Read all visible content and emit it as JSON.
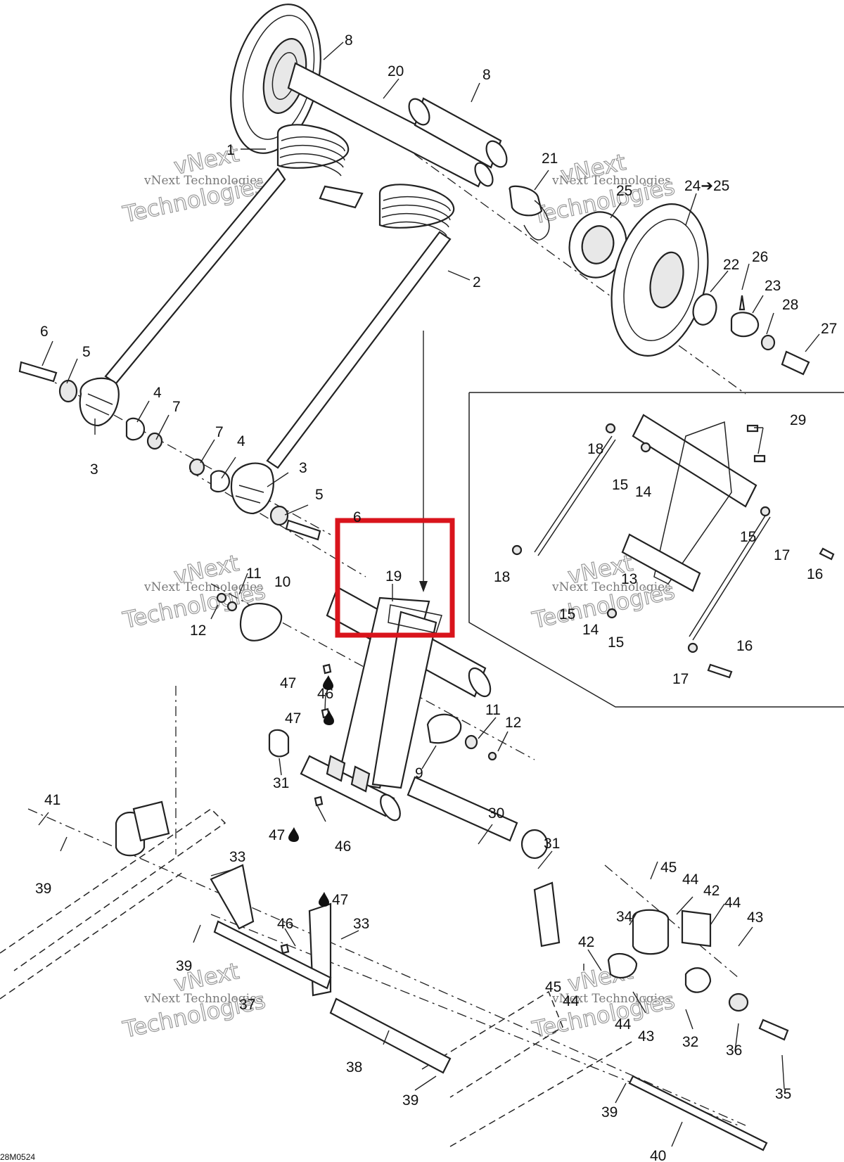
{
  "diagram_code": "28M0524",
  "watermark": {
    "line1": "vNext Technologies",
    "line2": "vNext",
    "line3": "Technologies"
  },
  "highlight_color": "#d9141c",
  "callouts": {
    "c1": "1",
    "c2": "2",
    "c3a": "3",
    "c3b": "3",
    "c4a": "4",
    "c4b": "4",
    "c5a": "5",
    "c5b": "5",
    "c6a": "6",
    "c6b": "6",
    "c7a": "7",
    "c7b": "7",
    "c8a": "8",
    "c8b": "8",
    "c9": "9",
    "c10": "10",
    "c11a": "11",
    "c11b": "11",
    "c12a": "12",
    "c12b": "12",
    "c13": "13",
    "c14a": "14",
    "c14b": "14",
    "c15a": "15",
    "c15b": "15",
    "c15c": "15",
    "c15d": "15",
    "c16a": "16",
    "c16b": "16",
    "c17a": "17",
    "c17b": "17",
    "c18a": "18",
    "c18b": "18",
    "c19": "19",
    "c20": "20",
    "c21": "21",
    "c22": "22",
    "c23": "23",
    "c24": "24➔25",
    "c25": "25",
    "c26": "26",
    "c27": "27",
    "c28": "28",
    "c29": "29",
    "c30": "30",
    "c31a": "31",
    "c31b": "31",
    "c32": "32",
    "c33a": "33",
    "c33b": "33",
    "c34": "34",
    "c35": "35",
    "c36": "36",
    "c37": "37",
    "c38": "38",
    "c39a": "39",
    "c39b": "39",
    "c39c": "39",
    "c39d": "39",
    "c40": "40",
    "c41": "41",
    "c42a": "42",
    "c42b": "42",
    "c43a": "43",
    "c43b": "43",
    "c44a": "44",
    "c44b": "44",
    "c44c": "44",
    "c44d": "44",
    "c45a": "45",
    "c45b": "45",
    "c46a": "46",
    "c46b": "46",
    "c46c": "46",
    "c47a": "47",
    "c47b": "47",
    "c47c": "47",
    "c47d": "47"
  }
}
